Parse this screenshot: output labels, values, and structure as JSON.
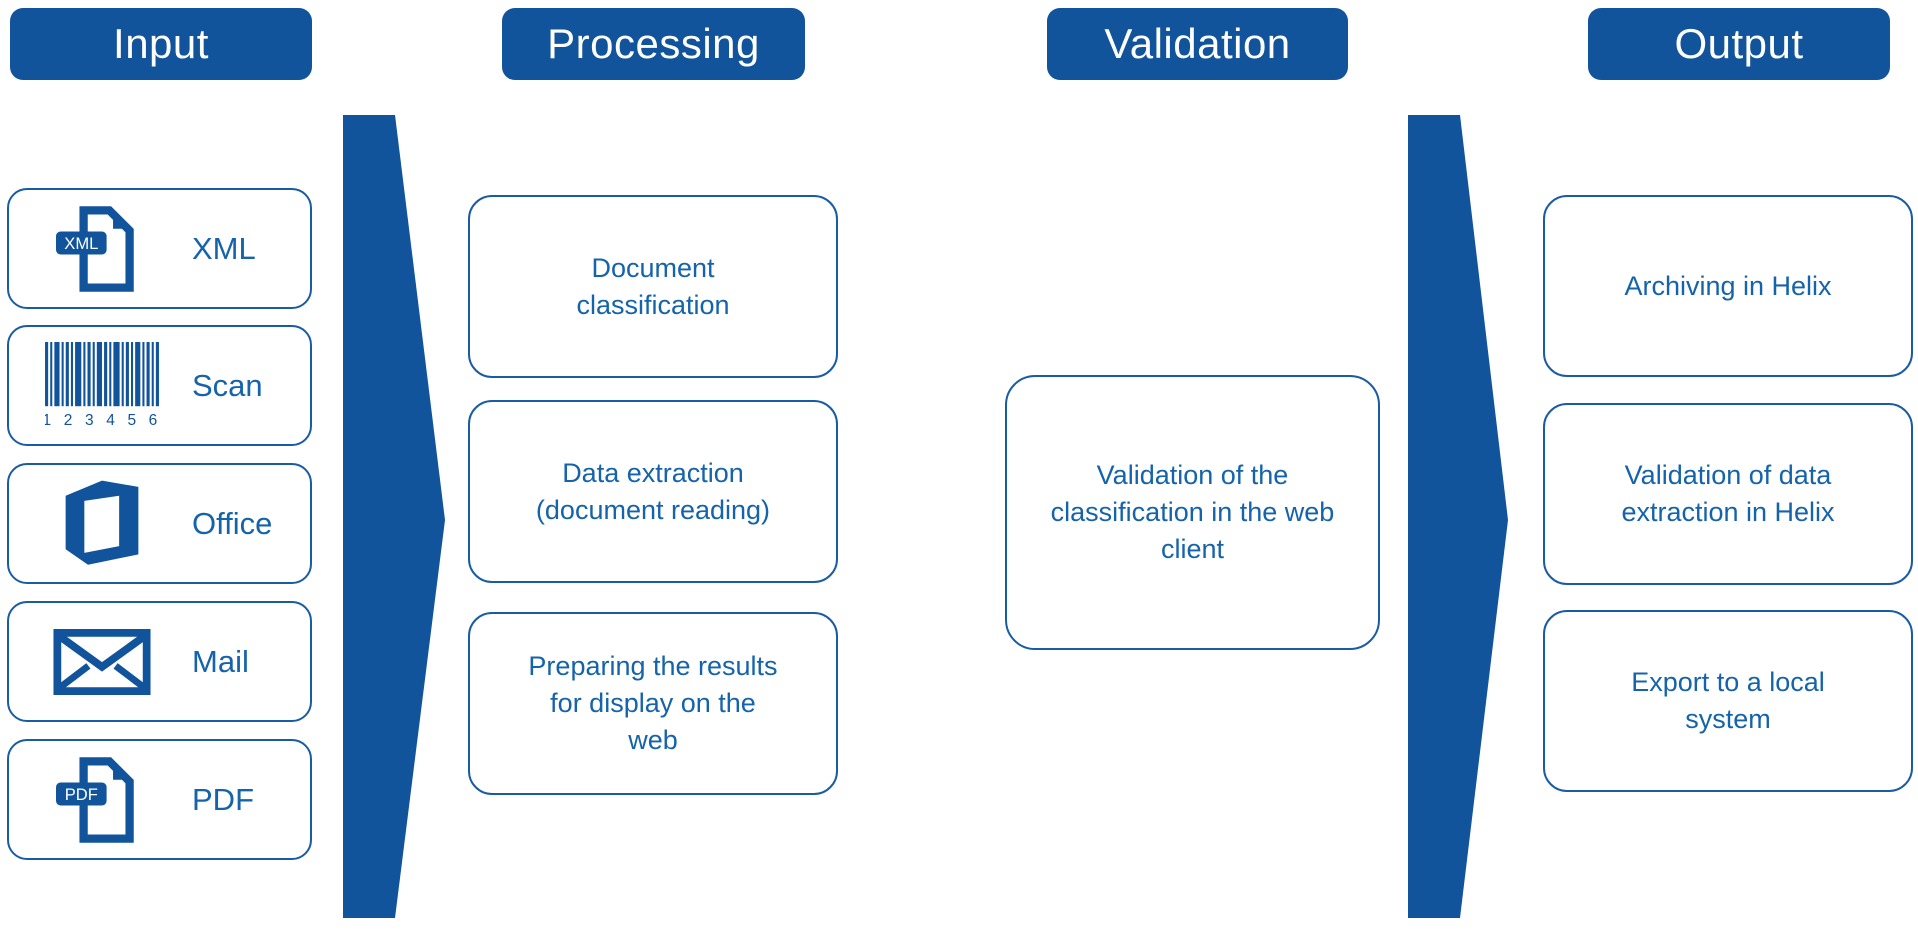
{
  "colors": {
    "solid_blue": "#11549B",
    "border_blue": "#1A5CA4",
    "text_blue": "#1563AB",
    "header_text": "#ffffff",
    "background": "#ffffff"
  },
  "columns": {
    "input": {
      "header": "Input",
      "items": [
        {
          "label": "XML",
          "icon": "xml-file-icon",
          "badge": "XML"
        },
        {
          "label": "Scan",
          "icon": "barcode-icon",
          "digits": "1 2 3 4 5 6"
        },
        {
          "label": "Office",
          "icon": "office-logo-icon"
        },
        {
          "label": "Mail",
          "icon": "mail-envelope-icon"
        },
        {
          "label": "PDF",
          "icon": "pdf-file-icon",
          "badge": "PDF"
        }
      ]
    },
    "processing": {
      "header": "Processing",
      "items": [
        {
          "label": "Document\nclassification"
        },
        {
          "label": "Data extraction\n(document reading)"
        },
        {
          "label": "Preparing the results\nfor display on the\nweb"
        }
      ]
    },
    "validation": {
      "header": "Validation",
      "items": [
        {
          "label": "Validation of the\nclassification in the web\nclient"
        }
      ]
    },
    "output": {
      "header": "Output",
      "items": [
        {
          "label": "Archiving in Helix"
        },
        {
          "label": "Validation of data\nextraction in Helix"
        },
        {
          "label": "Export to a local\nsystem"
        }
      ]
    }
  }
}
